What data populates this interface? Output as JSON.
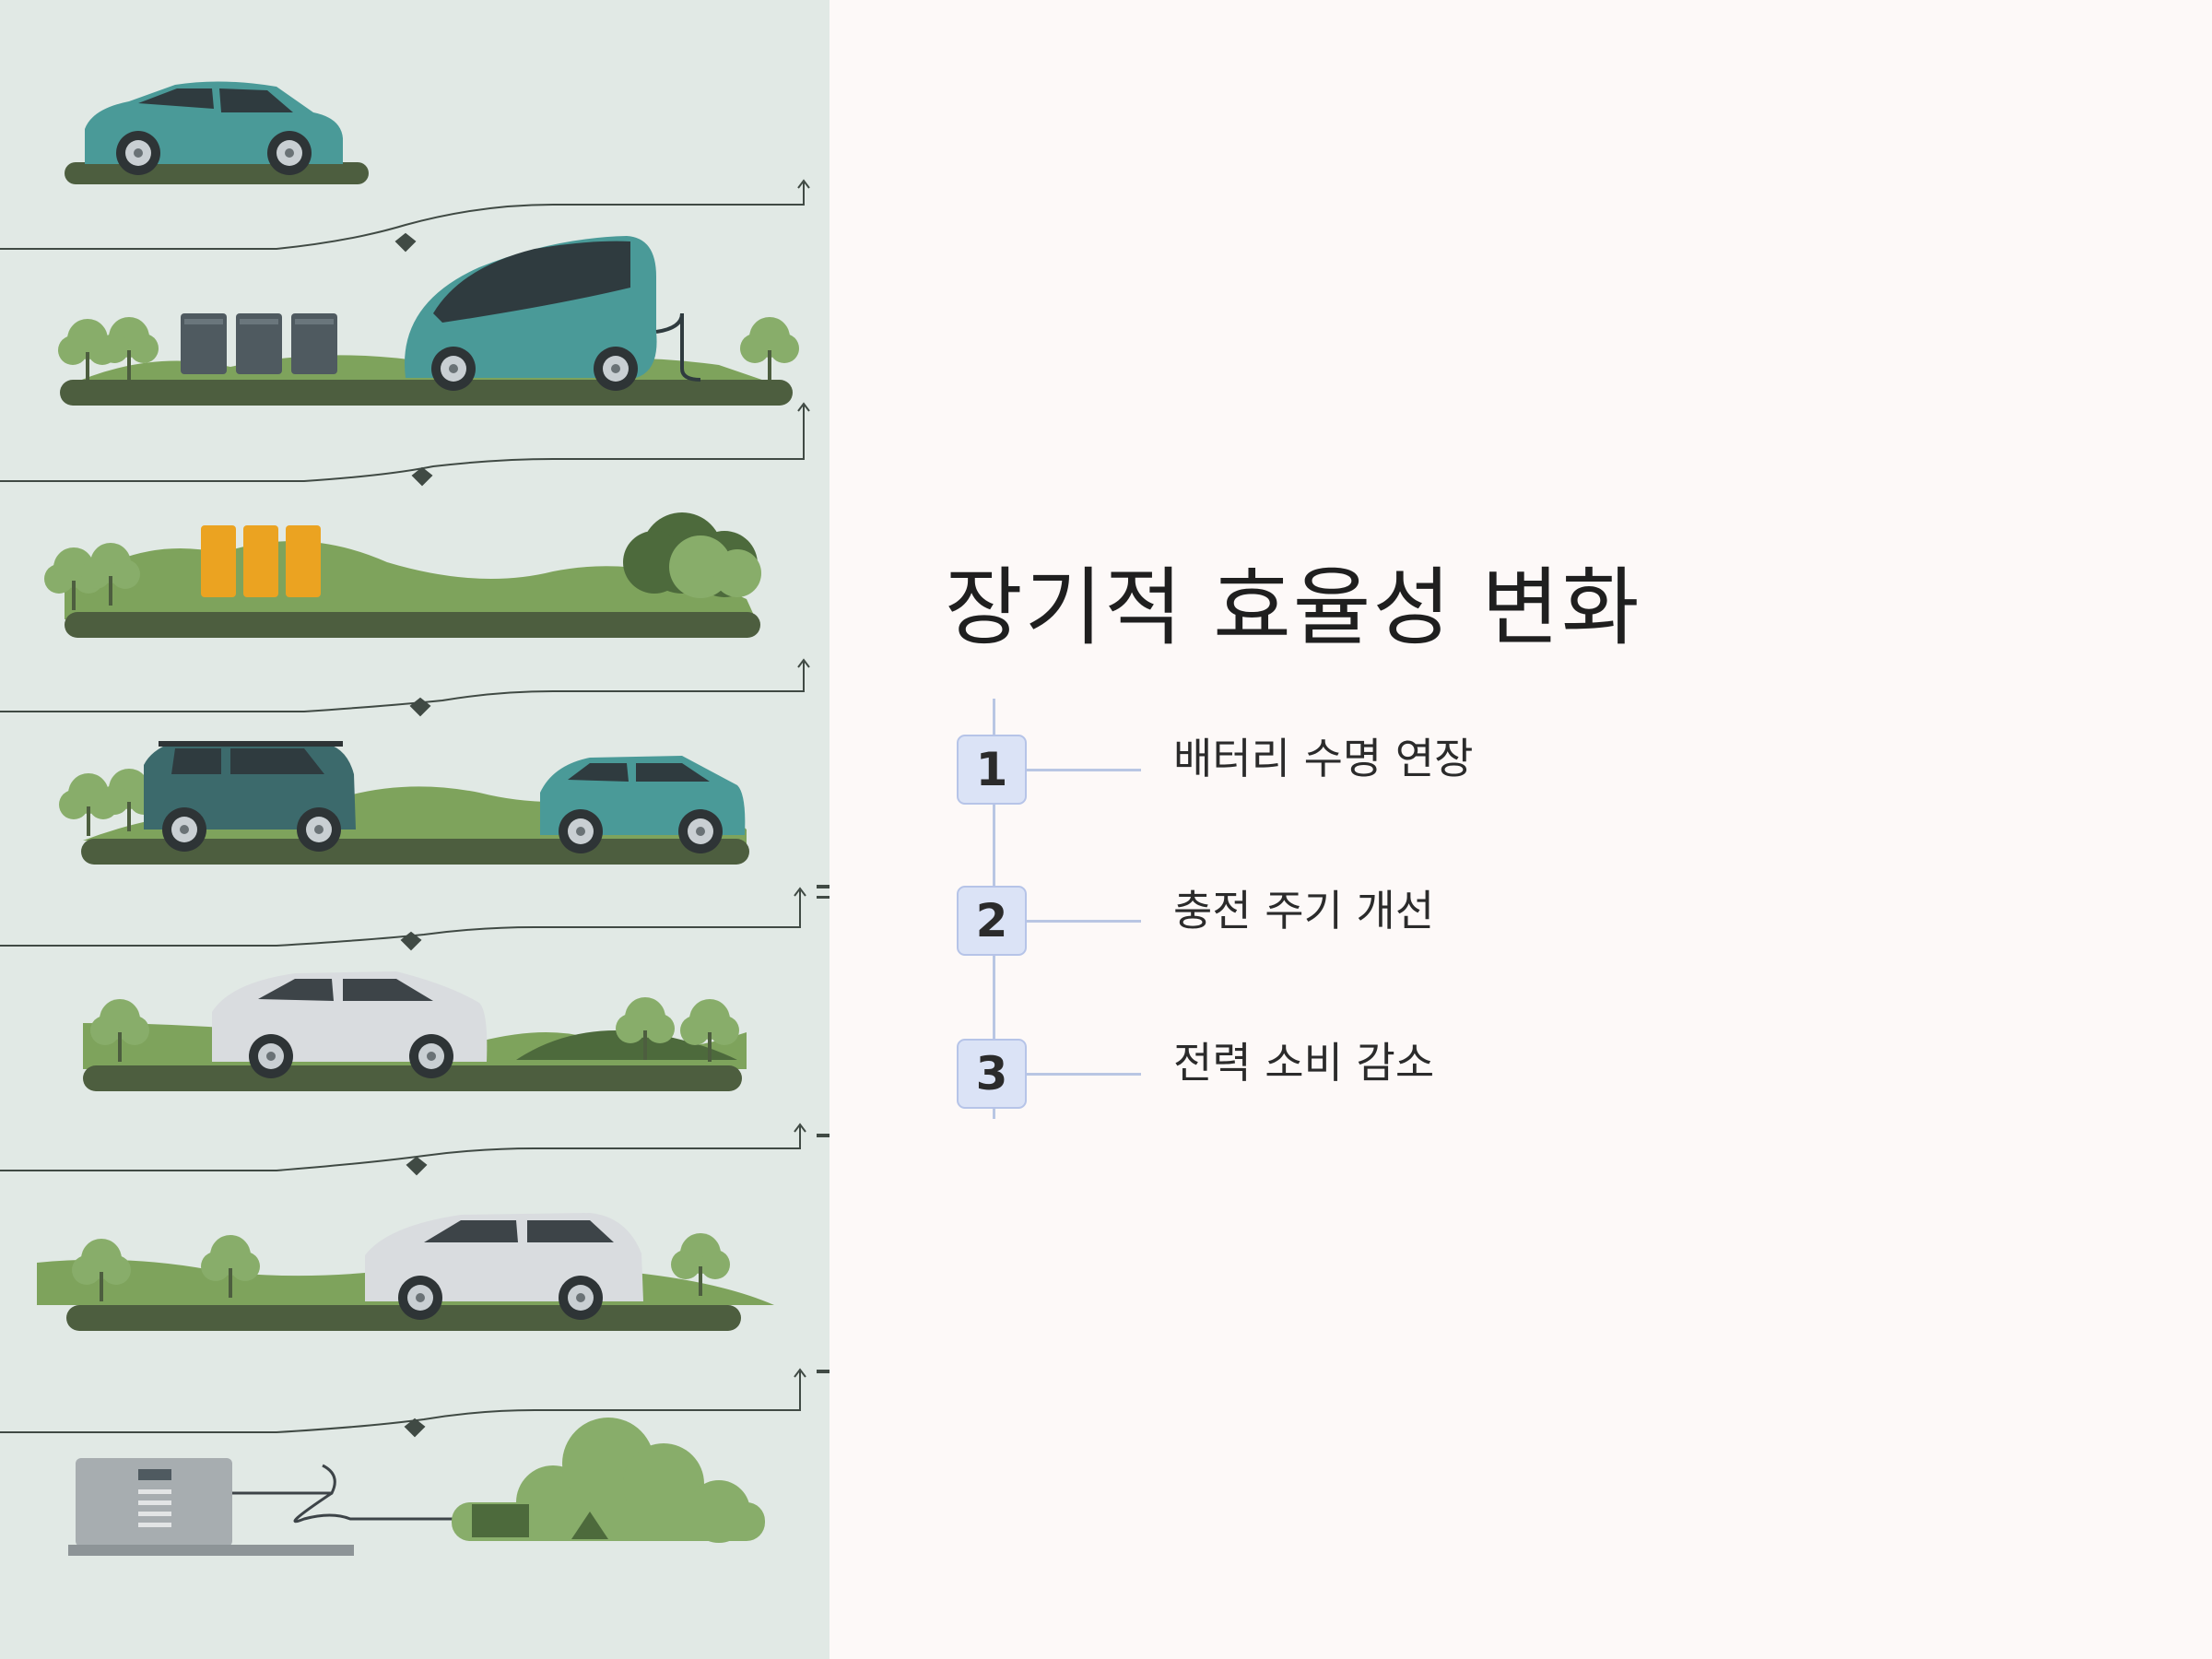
{
  "slide": {
    "title": "장기적 효율성 변화",
    "steps": [
      {
        "number": "1",
        "label": "배터리 수명 연장"
      },
      {
        "number": "2",
        "label": "충전 주기 개선"
      },
      {
        "number": "3",
        "label": "전력 소비 감소"
      }
    ]
  },
  "illustration": {
    "description_icon": "ev-evolution-illustration",
    "colors": {
      "background": "#e1e9e5",
      "ground": "#4d5e3f",
      "hill": "#7ea35c",
      "tree": "#88ad6a",
      "teal_car": "#4a9a98",
      "dark_car": "#3c6a6c",
      "silver_car": "#d9dcdf",
      "battery_orange": "#eba321",
      "battery_dark": "#4f5a60",
      "line": "#404a44"
    }
  },
  "theme": {
    "page_background": "#fdf9f8",
    "accent": "#dbe3f6",
    "accent_border": "#b6c4e8",
    "timeline": "#b9c6e3",
    "text": "#1f1f1f"
  }
}
